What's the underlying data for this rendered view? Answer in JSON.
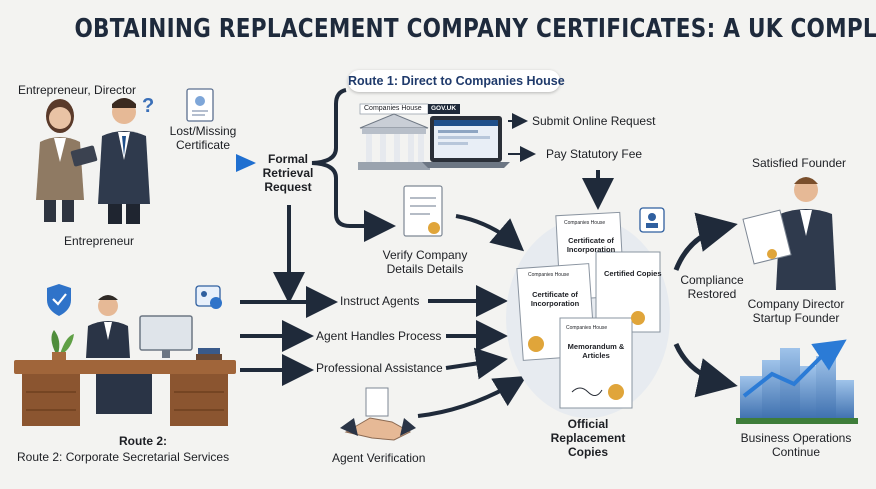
{
  "title": "OBTAINING REPLACEMENT COMPANY CERTIFICATES: A UK COMPLIANCE GUIDE",
  "left_top": {
    "role_label": "Entrepreneur, Director",
    "missing_label": "Lost/Missing Certificate",
    "bottom_label": "Entrepreneur"
  },
  "left_bottom": {
    "route_title": "Route 2:",
    "route_subtitle": "Route 2: Corporate Secretarial Services"
  },
  "request_label": "Formal Retrieval Request",
  "route1": {
    "title": "Route 1: Direct to Companies House",
    "building_sign": "Companies House",
    "gov_badge": "GOV.UK",
    "steps": [
      "Submit Online Request",
      "Pay Statutory Fee"
    ],
    "verify_label": "Verify Company Details Details"
  },
  "route2": {
    "steps": [
      "Instruct Agents",
      "Agent Handles Process",
      "Professional Assistance"
    ],
    "verification_label": "Agent Verification"
  },
  "documents": {
    "header": "Companies House",
    "certificate_title": "Certificate of Incorporation",
    "certified_copies": "Certified Copies",
    "memorandum": "Memorandum & Articles",
    "caption": "Official Replacement Copies"
  },
  "outcomes": {
    "founder_label": "Satisfied Founder",
    "compliance_label": "Compliance Restored",
    "director_label": "Company Director Startup Founder",
    "operations_label": "Business Operations Continue"
  },
  "colors": {
    "navy": "#1f2a3a",
    "blue_arrow": "#2b7bd6",
    "gold_seal": "#e0a53a",
    "background": "#f3f3f1"
  }
}
